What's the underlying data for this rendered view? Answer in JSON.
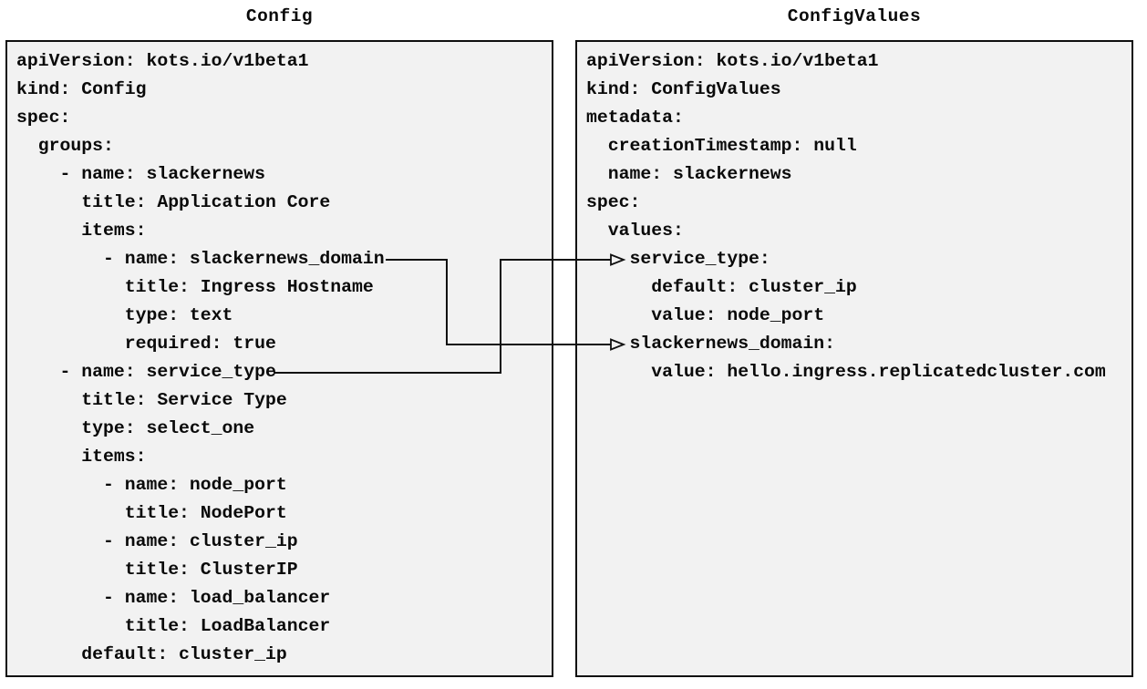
{
  "left_panel": {
    "title": "Config",
    "code_lines": [
      "apiVersion: kots.io/v1beta1",
      "kind: Config",
      "spec:",
      "  groups:",
      "    - name: slackernews",
      "      title: Application Core",
      "      items:",
      "        - name: slackernews_domain",
      "          title: Ingress Hostname",
      "          type: text",
      "          required: true",
      "    - name: service_type",
      "      title: Service Type",
      "      type: select_one",
      "      items:",
      "        - name: node_port",
      "          title: NodePort",
      "        - name: cluster_ip",
      "          title: ClusterIP",
      "        - name: load_balancer",
      "          title: LoadBalancer",
      "      default: cluster_ip"
    ]
  },
  "right_panel": {
    "title": "ConfigValues",
    "code_lines": [
      "apiVersion: kots.io/v1beta1",
      "kind: ConfigValues",
      "metadata:",
      "  creationTimestamp: null",
      "  name: slackernews",
      "spec:",
      "  values:",
      "    service_type:",
      "      default: cluster_ip",
      "      value: node_port",
      "    slackernews_domain:",
      "      value: hello.ingress.replicatedcluster.com"
    ]
  },
  "connections": [
    {
      "from": "Config item name: slackernews_domain",
      "to": "ConfigValues key: slackernews_domain"
    },
    {
      "from": "Config item name: service_type",
      "to": "ConfigValues key: service_type"
    }
  ],
  "colors": {
    "page_background": "#ffffff",
    "panel_fill": "#f2f2f2",
    "panel_border": "#101010",
    "text": "#0a0a0a",
    "connector": "#111111"
  }
}
